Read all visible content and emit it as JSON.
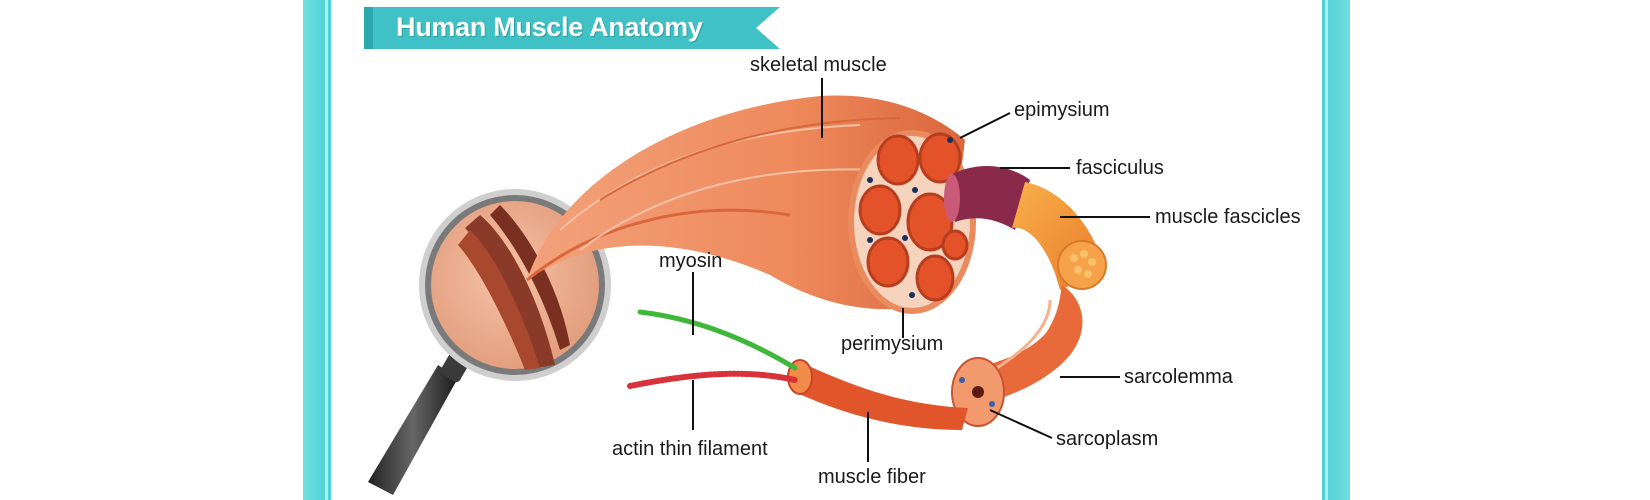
{
  "title": "Human Muscle Anatomy",
  "colors": {
    "frame": "#52d3d6",
    "banner": "#3fc1c5",
    "muscle": "#ee8a5c",
    "muscle_dark": "#c9572f",
    "fascicle_red": "#e4522a",
    "fasciculus": "#8a2a4a",
    "myosin": "#3fb83a",
    "actin": "#d8323a"
  },
  "labels": {
    "skeletal_muscle": "skeletal muscle",
    "epimysium": "epimysium",
    "fasciculus": "fasciculus",
    "muscle_fascicles": "muscle fascicles",
    "myosin": "myosin",
    "perimysium": "perimysium",
    "sarcolemma": "sarcolemma",
    "actin": "actin thin filament",
    "sarcoplasm": "sarcoplasm",
    "muscle_fiber": "muscle fiber"
  },
  "icons": [
    "magnifying-glass-icon"
  ]
}
